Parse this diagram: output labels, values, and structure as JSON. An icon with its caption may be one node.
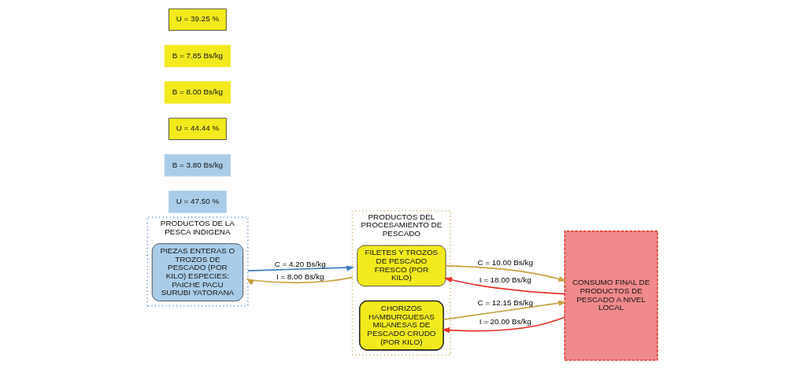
{
  "diagram": {
    "nodes": [
      {
        "text": [
          "PRODUCTOS DE LA PESCA INDIGENA"
        ]
      },
      {
        "text": [
          "PIEZAS ENTERAS O TROZOS DE PESCADO (POR KILO) ESPECIES: PAICHE PACU SURUBI YATORANA"
        ],
        "in": 0
      },
      {
        "text": [
          "PRODUCTOS DEL PROCESAMIENTO DE PESCADO"
        ]
      },
      {
        "text": [
          "FILETES Y TROZOS DE PESCADO FRESCO (POR KILO)"
        ],
        "in": 2
      },
      {
        "text": [
          "CHORIZOS HAMBURGUESAS MILANESAS DE PESCADO CRUDO (POR KILO)"
        ],
        "in": 2
      },
      {
        "text": [
          "CONSUMO FINAL DE PRODUCTOS DE PESCADO A NIVEL LOCAL"
        ]
      },
      {
        "text": [
          "U = 47.50 %"
        ]
      },
      {
        "text": [
          "B = 3.80 Bs/kg"
        ]
      },
      {
        "text": [
          "U = 44.44 %"
        ]
      },
      {
        "text": [
          "B = 8.00 Bs/kg"
        ]
      },
      {
        "text": [
          "B = 7.85 Bs/kg"
        ]
      },
      {
        "text": [
          "U = 39.25 %"
        ]
      }
    ],
    "edges": [
      {
        "from": 0,
        "to": 2,
        "arrow": "to",
        "label": "C = 4.20 Bs/kg",
        "color": "#3a7cc0"
      },
      {
        "from": 2,
        "to": 0,
        "arrow": "to",
        "label": "I = 8.00 Bs/kg"
      },
      {
        "from": 3,
        "to": 5,
        "arrow": "to",
        "label": "C = 10.00 Bs/kg"
      },
      {
        "from": 5,
        "to": 3,
        "arrow": "to",
        "label": "I = 18.00 Bs/kg",
        "color": "#e8322c"
      },
      {
        "from": 4,
        "to": 5,
        "arrow": "to",
        "label": "C = 12.15 Bs/kg"
      },
      {
        "from": 5,
        "to": 4,
        "arrow": "to",
        "label": "I = 20.00 Bs/kg",
        "color": "#e8322c"
      }
    ]
  }
}
